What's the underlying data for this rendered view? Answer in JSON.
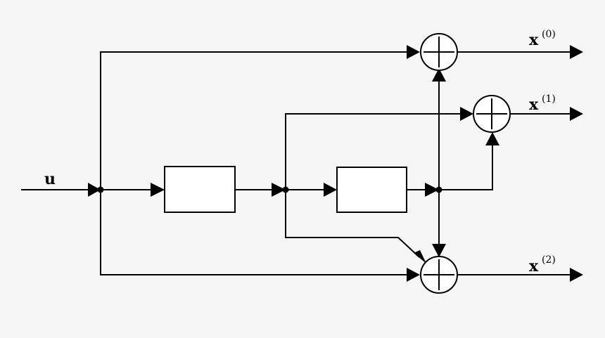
{
  "labels": {
    "input": "u",
    "out0_main": "x",
    "out0_sup": "(0)",
    "out1_main": "x",
    "out1_sup": "(1)",
    "out2_main": "x",
    "out2_sup": "(2)"
  },
  "colors": {
    "background": "#f6f6f6",
    "line": "#000000",
    "fill": "#ffffff"
  }
}
